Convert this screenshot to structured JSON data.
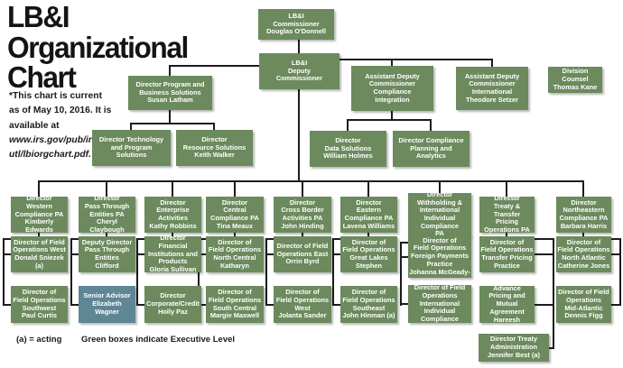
{
  "header": {
    "title": "LB&I Organizational Chart",
    "note_text": "*This chart is current as of May 10, 2016. It is available at ",
    "note_url": "www.irs.gov/pub/irs-utl/lbiorgchart.pdf."
  },
  "legend": {
    "acting": "(a) = acting",
    "executive": "Green boxes indicate Executive Level"
  },
  "colors": {
    "executive_green": "#6c8a5d",
    "senior_advisor_teal": "#5e8695",
    "connector": "#1c1c1c"
  },
  "boxes": {
    "commissioner": "LB&I\nCommissioner\nDouglas O'Donnell",
    "deputy_commissioner": "LB&I\nDeputy\nCommissioner",
    "adc_compliance_integration": "Assistant Deputy\nCommissioner\nCompliance\nIntegration",
    "adc_international": "Assistant Deputy\nCommissioner\nInternational\nTheodore Setzer",
    "division_counsel": "Division Counsel\nThomas Kane",
    "program_business": "Director Program and\nBusiness Solutions\nSusan Latham",
    "tech_program": "Director Technology\nand Program\nSolutions",
    "resource_solutions": "Director\nResource Solutions\nKeith Walker",
    "data_solutions": "Director\nData Solutions\nWilliam Holmes",
    "compliance_planning": "Director Compliance\nPlanning and\nAnalytics",
    "r1c1_western": "Director\nWestern\nCompliance PA\nKimberly Edwards",
    "r1c2_pass_through": "Director\nPass Through\nEntities PA\nCheryl Claybough",
    "r1c3_enterprise": "Director\nEnterprise\nActivities\nKathy Robbins",
    "r1c4_central": "Director\nCentral\nCompliance PA\nTina Meaux",
    "r1c5_cross_border": "Director\nCross Border\nActivities PA\nJohn Hinding",
    "r1c6_eastern": "Director\nEastern\nCompliance PA\nLavena Williams",
    "r1c7_withholding": "Director\nWithholding &\nInternational\nIndividual Compliance\nPA",
    "r1c8_treaty_transfer": "Director\nTreaty & Transfer\nPricing\nOperations PA",
    "r1c9_northeastern": "Director\nNortheastern\nCompliance PA\nBarbara Harris",
    "r2c1_field_west": "Director of Field\nOperations West\nDonald Sniezek (a)",
    "r2c2_deputy_pte": "Deputy Director\nPass Through\nEntities\nClifford",
    "r2c3_financial": "Director Financial\nInstitutions and\nProducts\nGloria Sullivan",
    "r2c4_north_central": "Director of\nField Operations\nNorth Central\nKatharyn",
    "r2c5_field_east": "Director of Field\nOperations East\nOrrin Byrd",
    "r2c6_great_lakes": "Director of\nField Operations\nGreat Lakes\nStephen",
    "r2c7_foreign_payments": "Director of\nField Operations\nForeign Payments\nPractice\nJohanna McGeady-",
    "r2c8_transfer_pricing": "Director of\nField Operations\nTransfer Pricing\nPractice",
    "r2c9_north_atlantic": "Director of\nField Operations\nNorth Atlantic\nCatherine Jones",
    "r3c1_southwest": "Director of\nField Operations\nSouthwest\nPaul Curtis",
    "r3c2_senior_advisor": "Senior Advisor\nElizabeth Wagner",
    "r3c3_corporate_credit": "Director\nCorporate/Credit\nHolly Paz",
    "r3c4_south_central": "Director of\nField Operations\nSouth Central\nMargie Maxwell",
    "r3c5_field_west": "Director of\nField Operations\nWest\nJolanta Sander",
    "r3c6_southeast": "Director of\nField Operations\nSoutheast\nJohn Hinman (a)",
    "r3c7_intl_individual": "Director of Field\nOperations\nInternational\nIndividual Compliance",
    "r3c8_apma": "Director Advance\nPricing and Mutual\nAgreement\nHareesh Dhawale",
    "r3c9_mid_atlantic": "Director of Field\nOperations\nMid-Atlantic\nDennis Figg",
    "r4c8_treaty_admin": "Director Treaty\nAdministration\nJennifer Best (a)"
  }
}
